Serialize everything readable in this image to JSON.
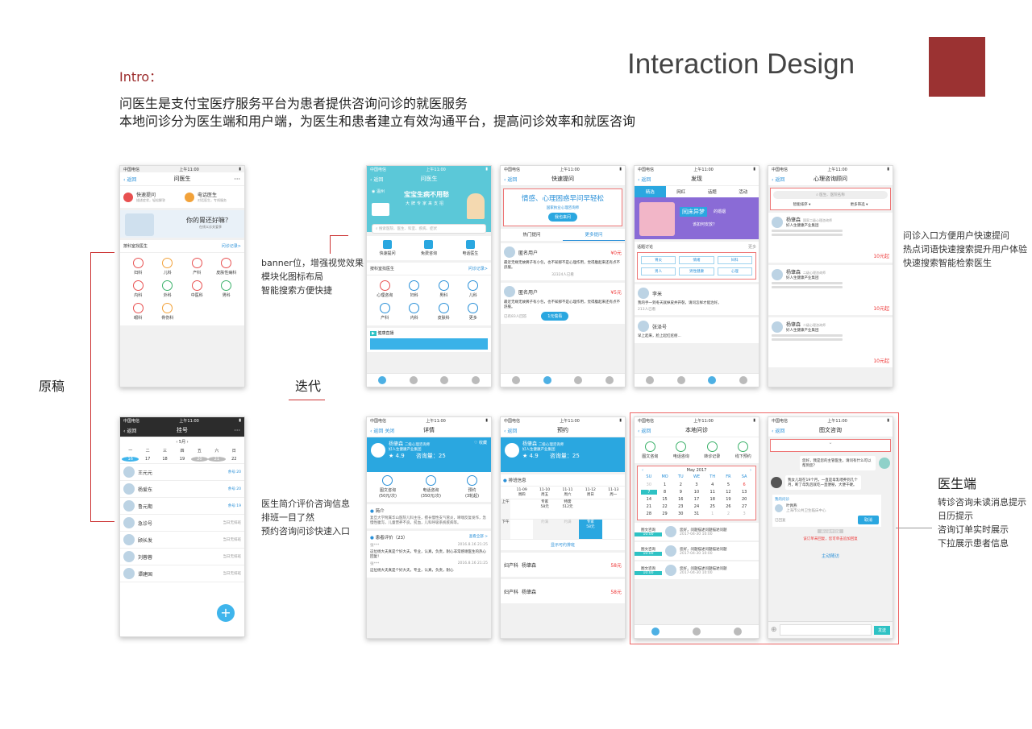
{
  "intro": {
    "heading": "Intro：",
    "line1": "问医生是支付宝医疗服务平台为患者提供咨询问诊的就医服务",
    "line2": "本地问诊分为医生端和用户端，为医生和患者建立有效沟通平台，提高问诊效率和就医咨询"
  },
  "title": "Interaction Design",
  "labels": {
    "original": "原稿",
    "iteration": "迭代",
    "doctor_side": "医生端"
  },
  "notes": {
    "banner": [
      "banner位，增强视觉效果",
      "模块化图标布局",
      "智能搜索方便快捷"
    ],
    "entry": [
      "问诊入口方便用户快速提问",
      "热点词语快速搜索提升用户体验",
      "快速搜索智能检索医生"
    ],
    "doctor_intro": [
      "医生简介评价咨询信息",
      "排班一目了然",
      "预约咨询问诊快速入口"
    ],
    "doctor_side": [
      "转诊咨询未读消息提示",
      "日历提示",
      "咨询订单实时展示",
      "下拉展示患者信息"
    ]
  },
  "status": {
    "carrier": "中国电信",
    "time": "上午11:00"
  },
  "screens": {
    "s1": {
      "back": "返回",
      "title": "问医生",
      "quick": "快速提问",
      "quick_sub": "描述症状，轻松解答",
      "phone": "电话医生",
      "phone_sub": "对话医生，专线服务",
      "banner": "你的胃还好嘛？",
      "banner_sub": "在线义诊关爱季",
      "dept_title": "按科室找医生",
      "record": "问诊记录>",
      "depts": [
        "妇科",
        "儿科",
        "产科",
        "皮肤性病科",
        "内科",
        "外科",
        "中医科",
        "男科",
        "眼科",
        "骨伤科"
      ]
    },
    "s2": {
      "back": "返回",
      "title": "挂号",
      "month": "5月",
      "weekdays": [
        "一",
        "二",
        "三",
        "四",
        "五",
        "六",
        "日"
      ],
      "days": [
        "16",
        "17",
        "18",
        "19",
        "20",
        "21",
        "22"
      ],
      "doctors": [
        {
          "name": "王元元",
          "status": "余号:20"
        },
        {
          "name": "杨爱东",
          "status": "余号:20"
        },
        {
          "name": "鲁元期",
          "status": "余号:19"
        },
        {
          "name": "急诊号",
          "status": "当日无排班"
        },
        {
          "name": "顾长发",
          "status": "当日无排班"
        },
        {
          "name": "刘蓉蓉",
          "status": "当日无排班"
        },
        {
          "name": "谭建国",
          "status": "当日无排班"
        }
      ]
    },
    "s3": {
      "back": "返回",
      "title": "问医生",
      "city": "温州",
      "banner": "宝宝生病不用愁",
      "banner_sub": "大牌专家来支招",
      "search": "搜索医院、医生、科室、疾病、症状",
      "actions": [
        "快速提问",
        "免费咨询",
        "电话医生"
      ],
      "dept_title": "按科室找医生",
      "record": "问诊记录>",
      "depts": [
        "心理咨询",
        "妇科",
        "男科",
        "儿科",
        "产科",
        "内科",
        "皮肤科",
        "更多"
      ],
      "live": "健康直播",
      "side_tag": "领取优惠券"
    },
    "s4": {
      "back": "返回",
      "title": "快速提问",
      "banner": "情感、心理困惑早问早轻松",
      "banner_sub": "国家执业心理咨询师",
      "banner_btn": "我也来问",
      "tab_hot": "热门提问",
      "tab_more": "更多提问",
      "q1_user": "匿名用户",
      "q1_price": "¥0元",
      "q1_text": "最近无缘无故脾子有小包，也不知那不是心理作用，觉得腹起来还有点不舒服。",
      "q1_meta": "32324人已看",
      "q2_user": "匿名用户",
      "q2_price": "¥5元",
      "q2_text": "最近无缘无故脾子有小包，也不知那不是心理作用，觉得腹起来还有点不舒服。",
      "q2_meta": "已有83人回答",
      "q2_btn": "1元偷看"
    },
    "s5": {
      "back": "返回",
      "title": "发现",
      "tabs": [
        "精选",
        "网红",
        "话题",
        "活动"
      ],
      "banner": "同床异梦",
      "banner_sub": "的婚姻",
      "banner_q": "该如何安放？",
      "topic_title": "话题讨论",
      "topic_more": "更多",
      "tags": [
        "胃炎",
        "情绪",
        "妇科",
        "男人",
        "男性健康",
        "心理"
      ],
      "p1_user": "李米",
      "p1_text": "我的手一到冬天就掉皮并开裂，请问怎样才能治好。",
      "p1_meta": "213人已看",
      "p2_user": "张泽号",
      "p2_text": "早上起来，脸上起红疙瘩..."
    },
    "s6": {
      "back": "返回",
      "title": "心理咨询顾问",
      "search": "医生、医院名称",
      "sort": "智能排序",
      "filter": "更多筛选",
      "doctors": [
        {
          "name": "杨肇森",
          "title": "国家二级心理咨询师",
          "org": "好人生健康产业集团",
          "price": "10元起"
        },
        {
          "name": "杨肇森",
          "title": "二级心理咨询师",
          "org": "好人生健康产业集团",
          "price": "10元起"
        },
        {
          "name": "杨肇森",
          "title": "二级心理咨询师",
          "org": "好人生健康产业集团",
          "price": "10元起"
        }
      ]
    },
    "s7": {
      "back": "返回",
      "back2": "关闭",
      "title": "详情",
      "doc_name": "杨肇森",
      "doc_title": "二级心理咨询师",
      "doc_org": "好人生健康产业集团",
      "fav": "收藏",
      "rating": "4.9",
      "count": "咨询量：25",
      "services": [
        {
          "name": "图文咨询",
          "price": "(50元/次)"
        },
        {
          "name": "电话咨询",
          "price": "(350元/次)"
        },
        {
          "name": "预约",
          "price": "(3轮起)"
        }
      ],
      "intro_title": "简介",
      "intro_text": "复旦大学附属华山医院儿科主任，擅长慢性支气管炎，哮喘反复发作，急慢性腹泻，儿童营养不良，贫血，儿科呼吸系统疾病等。",
      "review_title": "患者评价（23）",
      "review_all": "查看全部 >",
      "review1_user": "张***",
      "review1_date": "2016.8.16 21:25",
      "review1": "这位杨大夫真是个好大夫，专业，认真，负责，耐心非常感谢医生的热心回复！",
      "review2_user": "张***",
      "review2_date": "2016.8.16 21:25",
      "review2": "这位杨大夫真是个好大夫，专业，认真，负责，耐心"
    },
    "s8": {
      "back": "返回",
      "title": "预约",
      "doc_name": "杨肇森",
      "doc_title": "二级心理咨询师",
      "doc_org": "好人生健康产业集团",
      "rating": "4.9",
      "count": "咨询量：25",
      "schedule": "排班信息",
      "dates": [
        {
          "d": "11-09",
          "w": "周四"
        },
        {
          "d": "11-10",
          "w": "周五"
        },
        {
          "d": "11-11",
          "w": "周六"
        },
        {
          "d": "11-12",
          "w": "周日"
        },
        {
          "d": "11-13",
          "w": "周一"
        }
      ],
      "am": "上午",
      "pm": "下午",
      "slot1": "专家",
      "slot1_price": "58元",
      "slot2": "特需",
      "slot2_price": "512元",
      "slot_full": "约满",
      "slot3": "专家",
      "slot3_price": "58元",
      "show_all": "显示可约排班",
      "orders": [
        {
          "dept": "妇产科",
          "doc": "杨肇森",
          "price": "58元"
        },
        {
          "dept": "妇产科",
          "doc": "杨肇森",
          "price": "58元"
        }
      ]
    },
    "s9": {
      "back": "返回",
      "title": "本地问诊",
      "actions": [
        "图文咨询",
        "电话咨询",
        "转诊记录",
        "线下预约"
      ],
      "month": "May 2017",
      "weekdays": [
        "SU",
        "MO",
        "TU",
        "WE",
        "TH",
        "FR",
        "SA"
      ],
      "orders": [
        {
          "type": "图文咨询",
          "time": "10:00",
          "text": "您好，问题描述问题描述问题",
          "date": "2017-04-30 10:00"
        },
        {
          "type": "图文咨询",
          "time": "10:00",
          "text": "您好，问题描述问题描述问题",
          "date": "2017-04-30 10:00"
        },
        {
          "type": "图文咨询",
          "time": "10:00",
          "text": "您好，问题描述问题描述问题",
          "date": "2017-04-30 10:00"
        }
      ]
    },
    "s10": {
      "back": "返回",
      "title": "图文咨询",
      "msg1": "您好，我是您的主管医生，请问有什么可以帮到您？",
      "msg2": "我女儿现在19个月，一直是母乳喂养到几个月，断了母乳后就吃一直便秘，大便干硬。",
      "patient_title": "我的问诊",
      "patient_name": "叶佩燕",
      "patient_org": "上海市公共卫生临床中心",
      "reply_label": "已回复",
      "reply_btn": "取消",
      "wait": "请记录并回复",
      "warn": "该订单未回复，您可单击追加回复",
      "follow": "主动随访",
      "send": "发送"
    }
  }
}
